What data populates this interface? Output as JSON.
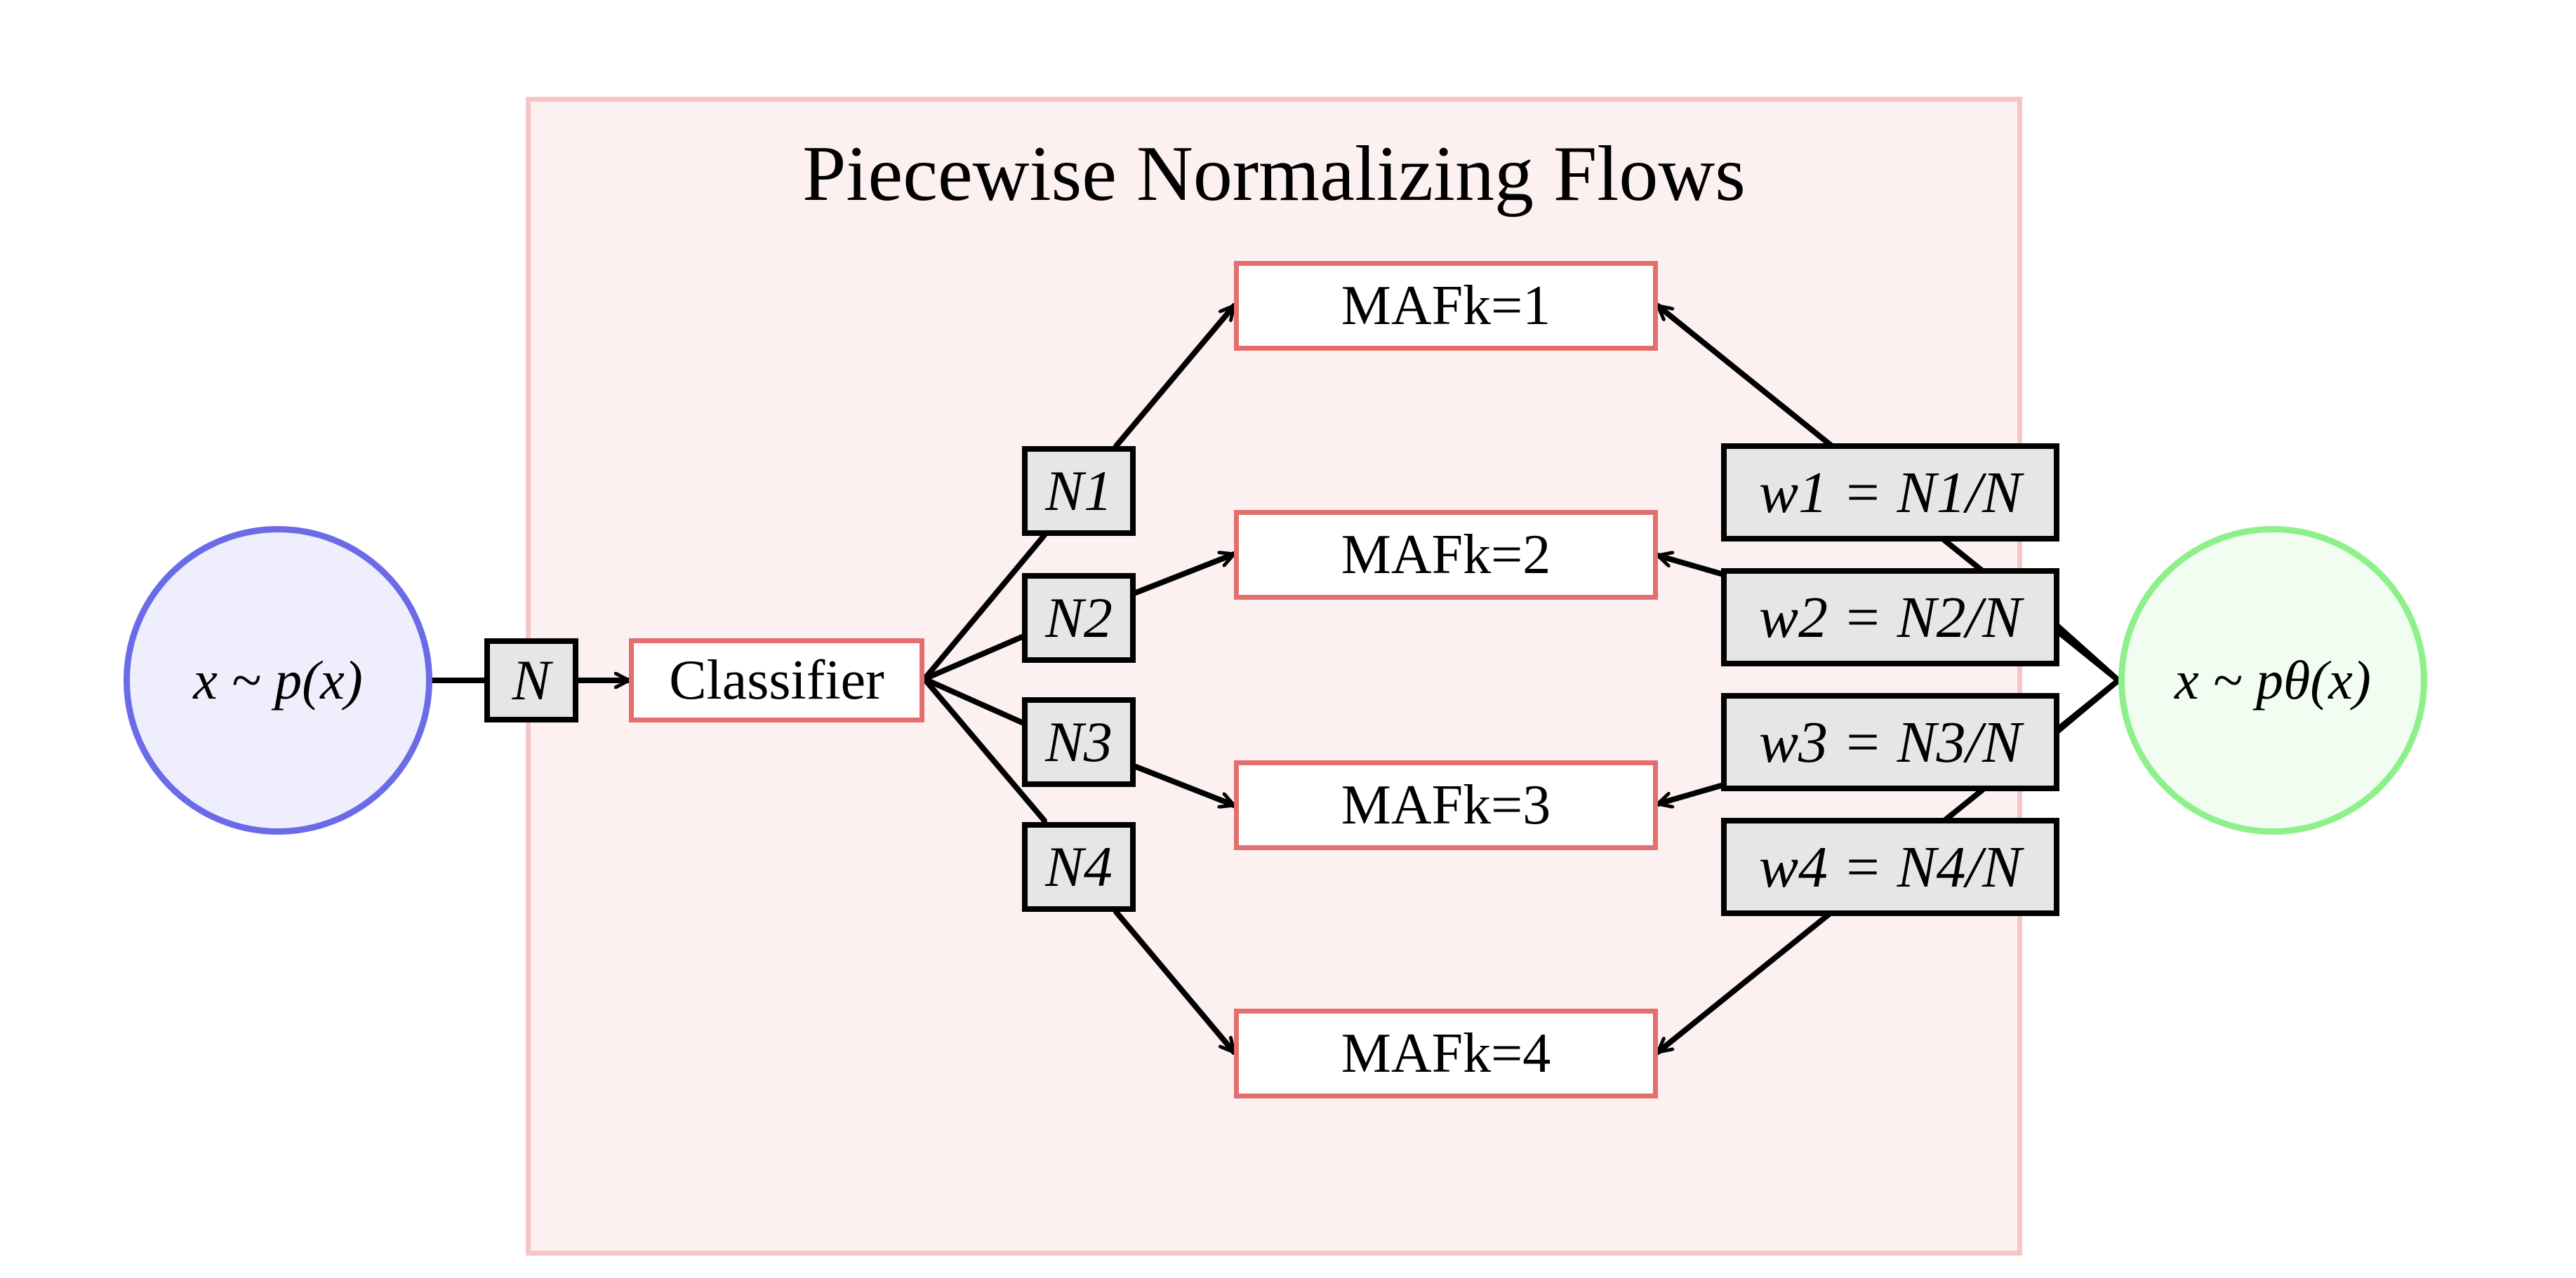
{
  "title": "Piecewise Normalizing Flows",
  "source": {
    "label": "x ~ p(x)",
    "color": "#6b6be8"
  },
  "target": {
    "label": "x ~ pθ(x)",
    "color": "#8ef08a"
  },
  "sample_count": "N",
  "classifier": {
    "label": "Classifier"
  },
  "branch_counts": [
    "N1",
    "N2",
    "N3",
    "N4"
  ],
  "flows": [
    "MAFk=1",
    "MAFk=2",
    "MAFk=3",
    "MAFk=4"
  ],
  "weights": [
    "w1 = N1/N",
    "w2 = N2/N",
    "w3 = N3/N",
    "w4 = N4/N"
  ],
  "colors": {
    "frame_fill": "#fcf0f0",
    "frame_border": "#f6c6c6",
    "flow_border": "#e36e6e",
    "count_fill": "#e6e6e6"
  }
}
